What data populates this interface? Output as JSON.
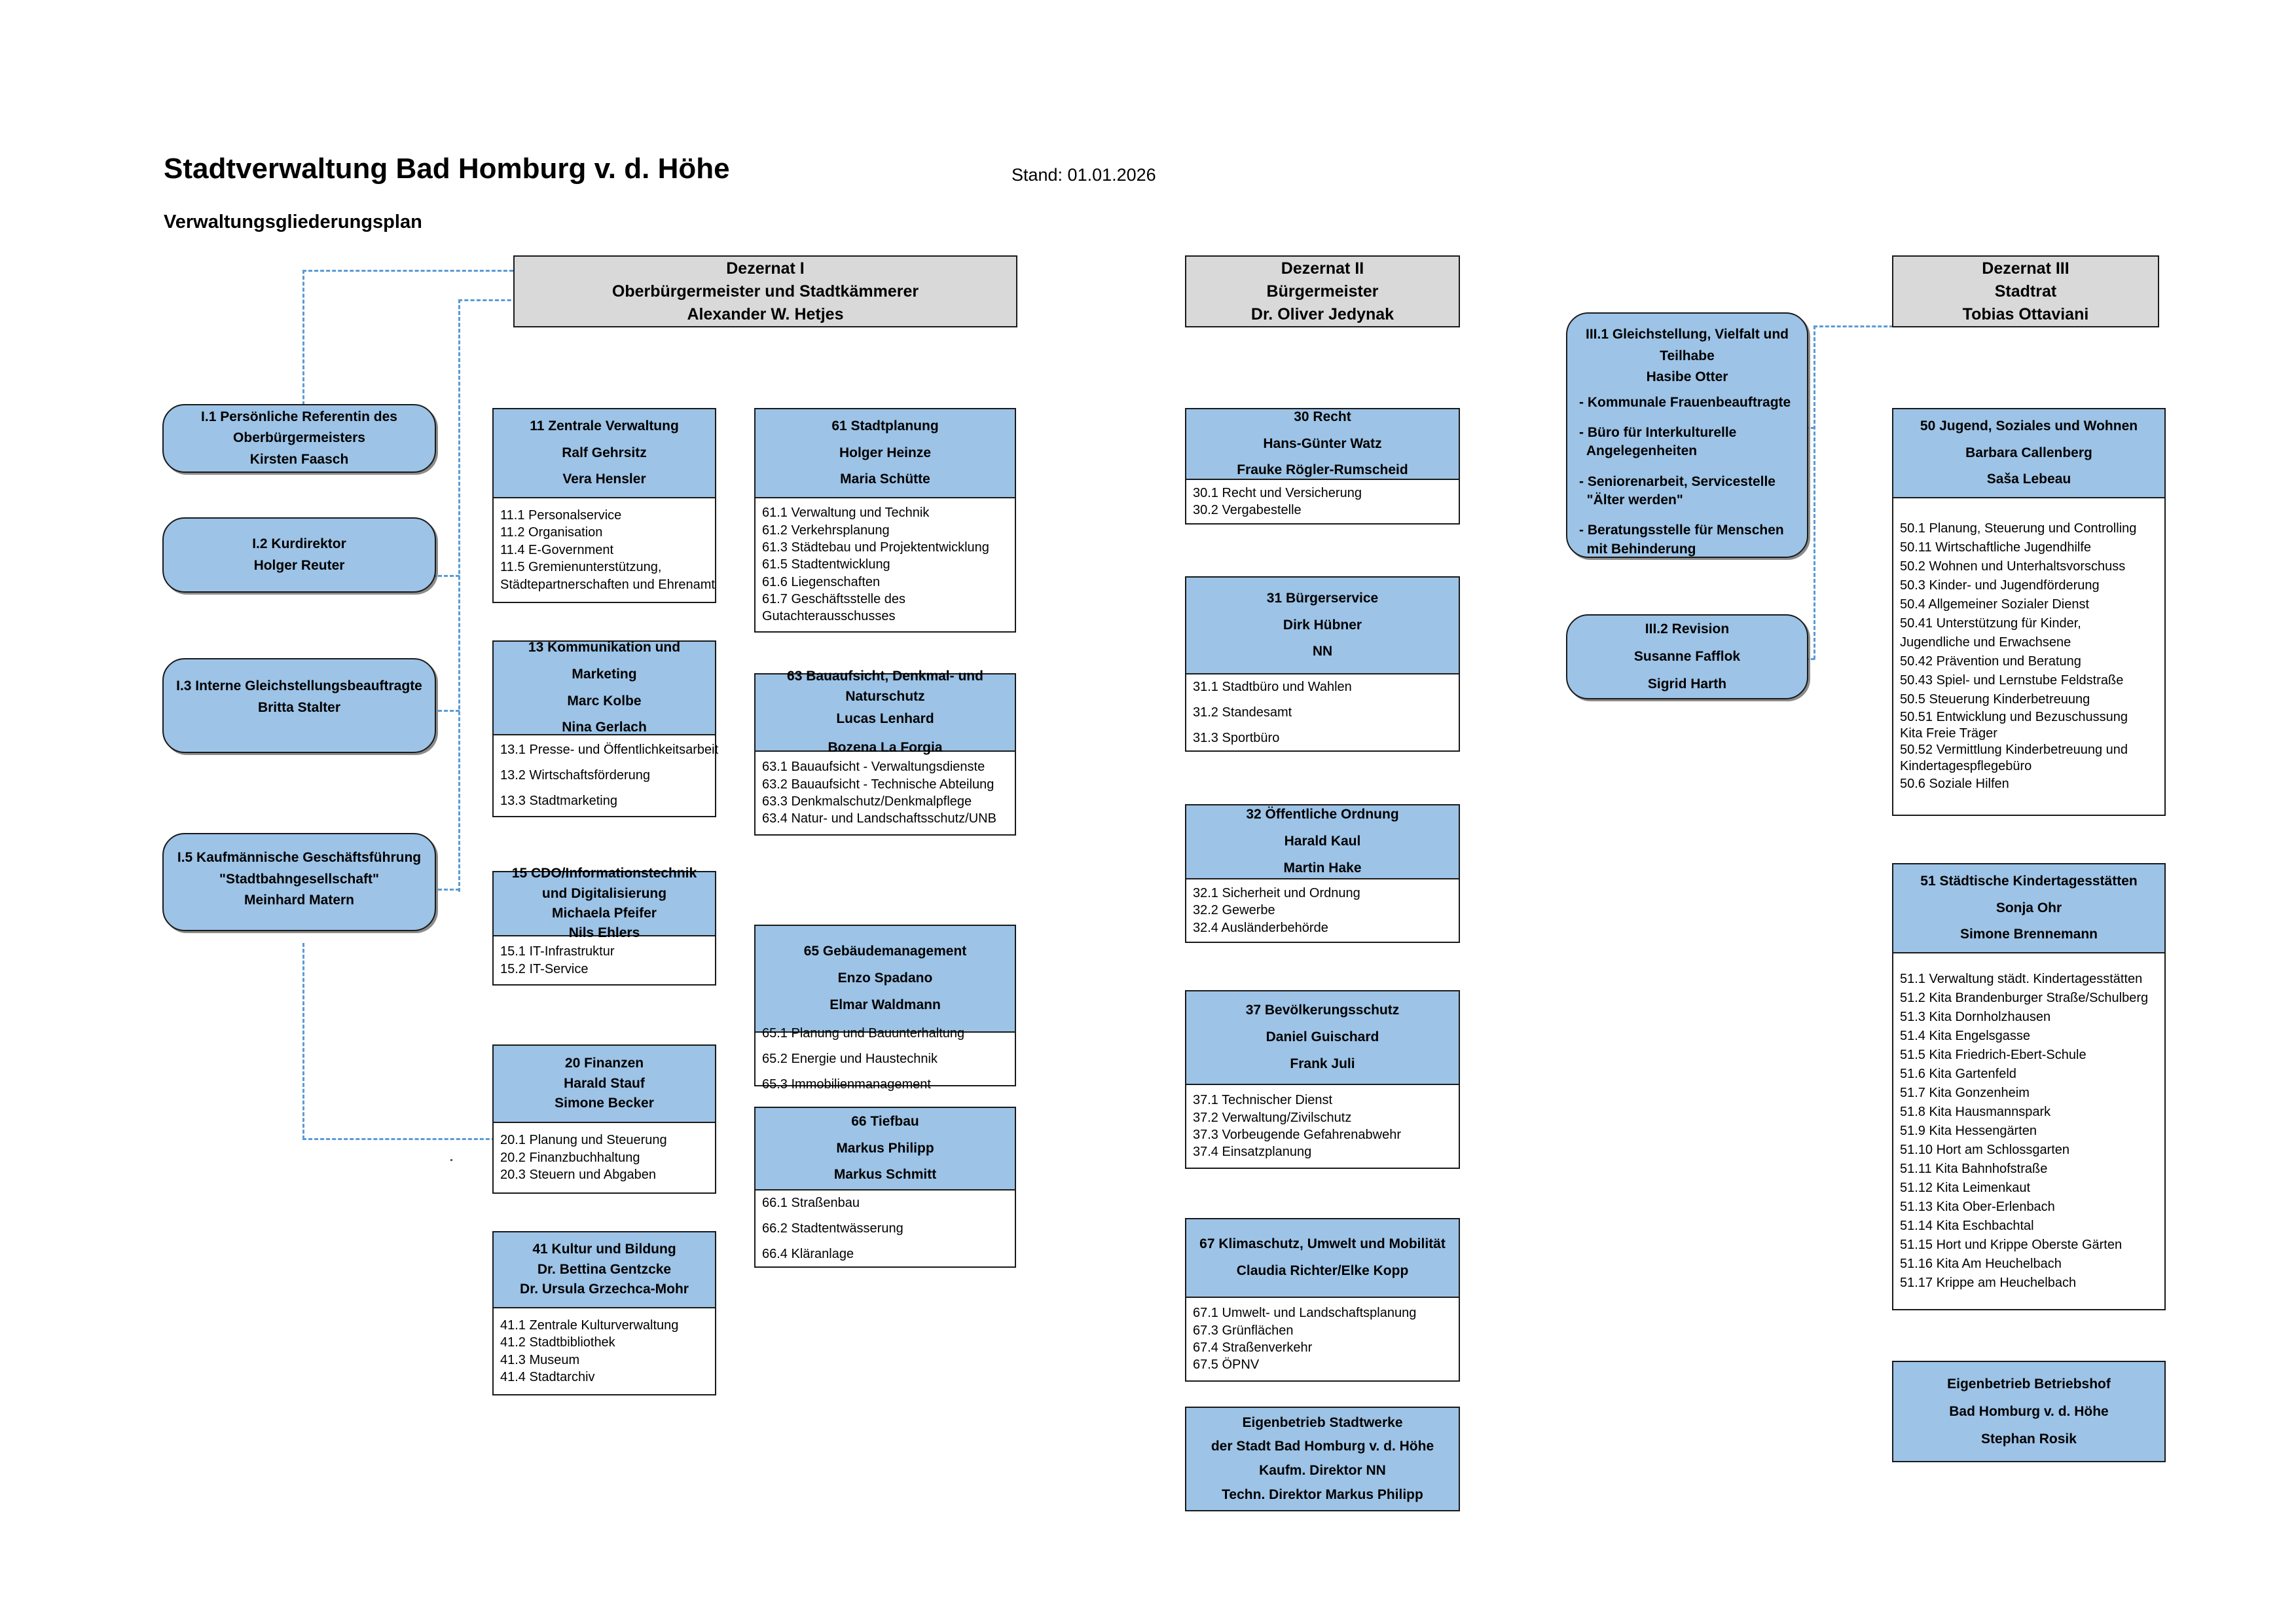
{
  "header": {
    "title": "Stadtverwaltung Bad Homburg v. d. Höhe",
    "subtitle": "Verwaltungsgliederungsplan",
    "stand": "Stand: 01.01.2026"
  },
  "staff_units": [
    {
      "id": "I.1",
      "lines": [
        "I.1 Persönliche Referentin des",
        "Oberbürgermeisters",
        "Kirsten Faasch"
      ]
    },
    {
      "id": "I.2",
      "lines": [
        "I.2 Kurdirektor",
        "Holger Reuter"
      ]
    },
    {
      "id": "I.3",
      "lines": [
        "I.3 Interne Gleichstellungsbeauftragte",
        "Britta Stalter"
      ]
    },
    {
      "id": "I.5",
      "lines": [
        "I.5 Kaufmännische Geschäftsführung",
        "\"Stadtbahngesellschaft\"",
        "Meinhard Matern"
      ]
    }
  ],
  "dezernate": [
    {
      "id": "I",
      "lines": [
        "Dezernat I",
        "Oberbürgermeister und Stadtkämmerer",
        "Alexander W. Hetjes"
      ]
    },
    {
      "id": "II",
      "lines": [
        "Dezernat II",
        "Bürgermeister",
        "Dr. Oliver Jedynak"
      ]
    },
    {
      "id": "III",
      "lines": [
        "Dezernat III",
        "Stadtrat",
        "Tobias Ottaviani"
      ]
    }
  ],
  "central_units": [
    {
      "id": "III.1",
      "title_lines": [
        "III.1 Gleichstellung, Vielfalt und",
        "Teilhabe"
      ],
      "person": "Hasibe Otter",
      "bullets": [
        [
          "- Kommunale Frauenbeauftragte"
        ],
        [
          "- Büro für Interkulturelle",
          "  Angelegenheiten"
        ],
        [
          "- Seniorenarbeit, Servicestelle",
          "  \"Älter werden\""
        ],
        [
          "- Beratungsstelle für Menschen",
          "  mit Behinderung"
        ]
      ]
    },
    {
      "id": "III.2",
      "lines": [
        "III.2 Revision",
        "Susanne Fafflok",
        "Sigrid Harth"
      ]
    }
  ],
  "units": {
    "col1": [
      {
        "head": [
          "11 Zentrale Verwaltung",
          "Ralf Gehrsitz",
          "Vera Hensler"
        ],
        "items": [
          "11.1 Personalservice",
          "11.2 Organisation",
          "11.4 E-Government",
          "11.5 Gremienunterstützung,",
          "Städtepartnerschaften und Ehrenamt"
        ]
      },
      {
        "head": [
          "13  Kommunikation und Marketing",
          "Marc Kolbe",
          "Nina Gerlach"
        ],
        "items": [
          "13.1 Presse- und Öffentlichkeitsarbeit",
          "13.2 Wirtschaftsförderung",
          "13.3 Stadtmarketing"
        ]
      },
      {
        "head": [
          "15 CDO/Informationstechnik",
          "und Digitalisierung",
          "Michaela Pfeifer",
          "Nils Ehlers"
        ],
        "items": [
          "15.1 IT-Infrastruktur",
          "15.2 IT-Service"
        ]
      },
      {
        "head": [
          "20 Finanzen",
          "Harald Stauf",
          "Simone Becker"
        ],
        "items": [
          "20.1 Planung und Steuerung",
          "20.2 Finanzbuchhaltung",
          "20.3 Steuern und Abgaben"
        ]
      },
      {
        "head": [
          "41 Kultur und Bildung",
          "Dr. Bettina Gentzcke",
          "Dr. Ursula Grzechca-Mohr"
        ],
        "items": [
          "41.1 Zentrale Kulturverwaltung",
          "41.2 Stadtbibliothek",
          "41.3 Museum",
          "41.4 Stadtarchiv"
        ]
      }
    ],
    "col2": [
      {
        "head": [
          "61 Stadtplanung",
          "Holger Heinze",
          "Maria Schütte"
        ],
        "items": [
          "61.1 Verwaltung und Technik",
          "61.2 Verkehrsplanung",
          "61.3 Städtebau und Projektentwicklung",
          "61.5 Stadtentwicklung",
          "61.6 Liegenschaften",
          "61.7 Geschäftsstelle des",
          "Gutachterausschusses"
        ]
      },
      {
        "head": [
          "63 Bauaufsicht, Denkmal- und",
          "Naturschutz",
          "Lucas Lenhard",
          "Bozena La Forgia"
        ],
        "items": [
          "63.1 Bauaufsicht - Verwaltungsdienste",
          "63.2 Bauaufsicht - Technische Abteilung",
          "63.3 Denkmalschutz/Denkmalpflege",
          "63.4 Natur- und Landschaftsschutz/UNB"
        ]
      },
      {
        "head": [
          "65 Gebäudemanagement",
          "Enzo Spadano",
          "Elmar Waldmann"
        ],
        "items": [
          "65.1 Planung und Bauunterhaltung",
          "65.2 Energie und Haustechnik",
          "65.3 Immobilienmanagement"
        ]
      },
      {
        "head": [
          "66 Tiefbau",
          "Markus Philipp",
          "Markus Schmitt"
        ],
        "items": [
          "66.1 Straßenbau",
          "66.2 Stadtentwässerung",
          "66.4 Kläranlage"
        ]
      }
    ],
    "col3": [
      {
        "head": [
          "30 Recht",
          "Hans-Günter Watz",
          "Frauke Rögler-Rumscheid"
        ],
        "items": [
          "30.1 Recht und Versicherung",
          "30.2 Vergabestelle"
        ]
      },
      {
        "head": [
          "31 Bürgerservice",
          "Dirk Hübner",
          "NN"
        ],
        "items": [
          "31.1 Stadtbüro und Wahlen",
          "31.2 Standesamt",
          "31.3 Sportbüro"
        ]
      },
      {
        "head": [
          "32 Öffentliche Ordnung",
          "Harald Kaul",
          "Martin Hake"
        ],
        "items": [
          "32.1 Sicherheit und Ordnung",
          "32.2 Gewerbe",
          "32.4 Ausländerbehörde"
        ]
      },
      {
        "head": [
          "37 Bevölkerungsschutz",
          "Daniel Guischard",
          "Frank Juli"
        ],
        "items": [
          "37.1 Technischer Dienst",
          "37.2 Verwaltung/Zivilschutz",
          "37.3 Vorbeugende Gefahrenabwehr",
          "37.4 Einsatzplanung"
        ]
      },
      {
        "head": [
          "67 Klimaschutz, Umwelt und Mobilität",
          "Claudia Richter/Elke Kopp"
        ],
        "items": [
          "67.1 Umwelt- und Landschaftsplanung",
          "67.3 Grünflächen",
          "67.4 Straßenverkehr",
          "67.5 ÖPNV"
        ]
      }
    ],
    "col4": [
      {
        "head": [
          "50 Jugend, Soziales und Wohnen",
          "Barbara Callenberg",
          "Saša Lebeau"
        ],
        "items": [
          "50.1 Planung, Steuerung und Controlling",
          "50.11 Wirtschaftliche Jugendhilfe",
          "50.2 Wohnen und Unterhaltsvorschuss",
          "50.3 Kinder- und Jugendförderung",
          "50.4 Allgemeiner Sozialer Dienst",
          "50.41 Unterstützung für Kinder,",
          "Jugendliche und Erwachsene",
          "50.42 Prävention und Beratung",
          "50.43 Spiel- und Lernstube Feldstraße",
          "50.5 Steuerung Kinderbetreuung",
          "50.51 Entwicklung und Bezuschussung",
          "Kita Freie Träger",
          "50.52 Vermittlung Kinderbetreuung und",
          "Kindertagespflegebüro",
          "50.6 Soziale Hilfen"
        ]
      },
      {
        "head": [
          "51 Städtische Kindertagesstätten",
          "Sonja Ohr",
          "Simone Brennemann"
        ],
        "items": [
          "51.1 Verwaltung städt. Kindertagesstätten",
          "51.2 Kita Brandenburger Straße/Schulberg",
          "51.3 Kita Dornholzhausen",
          "51.4 Kita Engelsgasse",
          "51.5 Kita Friedrich-Ebert-Schule",
          "51.6 Kita Gartenfeld",
          "51.7 Kita Gonzenheim",
          "51.8 Kita Hausmannspark",
          "51.9 Kita Hessengärten",
          "51.10 Hort am Schlossgarten",
          "51.11 Kita Bahnhofstraße",
          "51.12 Kita Leimenkaut",
          "51.13 Kita Ober-Erlenbach",
          "51.14 Kita Eschbachtal",
          "51.15 Hort und Krippe Oberste Gärten",
          "51.16 Kita Am Heuchelbach",
          "51.17 Krippe am Heuchelbach"
        ]
      }
    ]
  },
  "eigenbetriebe": [
    {
      "id": "stadtwerke",
      "lines": [
        "Eigenbetrieb Stadtwerke",
        "der Stadt Bad Homburg v. d. Höhe",
        "Kaufm. Direktor NN",
        "Techn. Direktor Markus Philipp"
      ]
    },
    {
      "id": "betriebshof",
      "lines": [
        "Eigenbetrieb  Betriebshof",
        "Bad Homburg v.  d. Höhe",
        "Stephan Rosik"
      ]
    }
  ],
  "colors": {
    "unit_blue": "#9DC3E6",
    "dezernat_gray": "#D9D9D9",
    "connector_blue": "#5B9BD5",
    "border": "#1A1A1A"
  }
}
